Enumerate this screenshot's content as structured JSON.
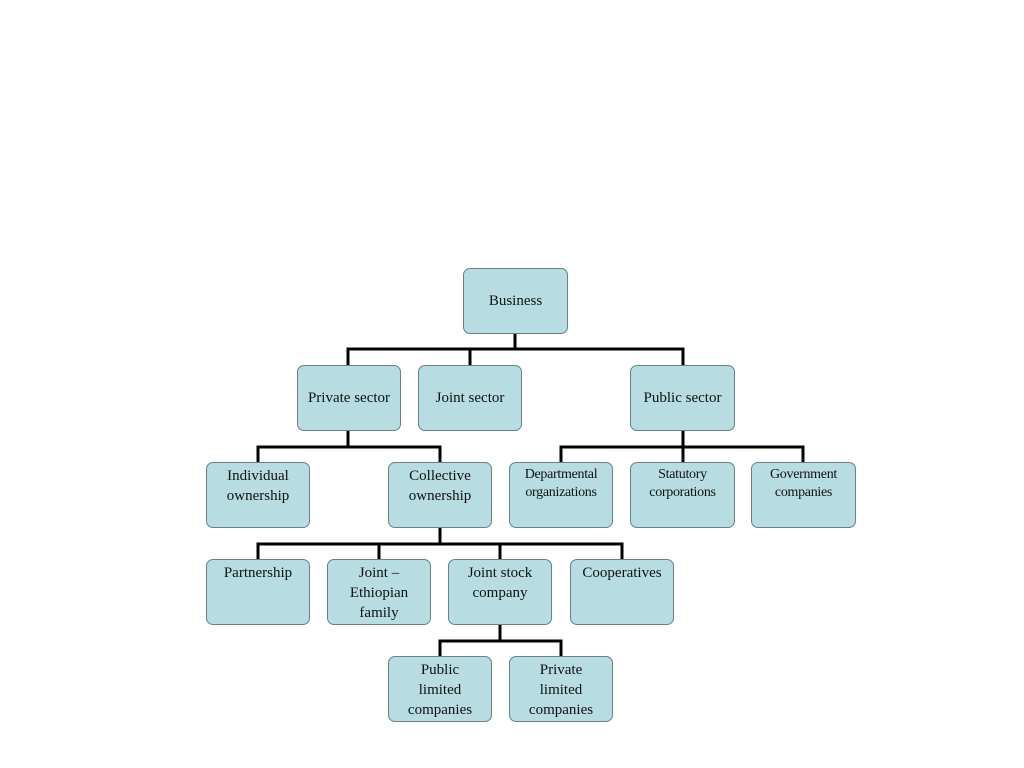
{
  "diagram": {
    "type": "hierarchy",
    "line_color": "#000000",
    "box_fill": "#b7dde3",
    "box_border": "#6a7f86",
    "nodes": {
      "business": "Business",
      "private_sector": "Private sector",
      "joint_sector": "Joint sector",
      "public_sector": "Public sector",
      "individual_ownership": "Individual\nownership",
      "collective_ownership": "Collective\nownership",
      "departmental_organizations": "Departmental\norganizations",
      "statutory_corporations": "Statutory\ncorporations",
      "government_companies": "Government\ncompanies",
      "partnership": "Partnership",
      "joint_ethiopian_family": "Joint –\nEthiopian\nfamily",
      "joint_stock_company": "Joint stock\ncompany",
      "cooperatives": "Cooperatives",
      "public_limited_companies": "Public\nlimited\ncompanies",
      "private_limited_companies": "Private\nlimited\ncompanies"
    },
    "edges": [
      [
        "business",
        "private_sector"
      ],
      [
        "business",
        "joint_sector"
      ],
      [
        "business",
        "public_sector"
      ],
      [
        "private_sector",
        "individual_ownership"
      ],
      [
        "private_sector",
        "collective_ownership"
      ],
      [
        "public_sector",
        "departmental_organizations"
      ],
      [
        "public_sector",
        "statutory_corporations"
      ],
      [
        "public_sector",
        "government_companies"
      ],
      [
        "collective_ownership",
        "partnership"
      ],
      [
        "collective_ownership",
        "joint_ethiopian_family"
      ],
      [
        "collective_ownership",
        "joint_stock_company"
      ],
      [
        "collective_ownership",
        "cooperatives"
      ],
      [
        "joint_stock_company",
        "public_limited_companies"
      ],
      [
        "joint_stock_company",
        "private_limited_companies"
      ]
    ]
  }
}
